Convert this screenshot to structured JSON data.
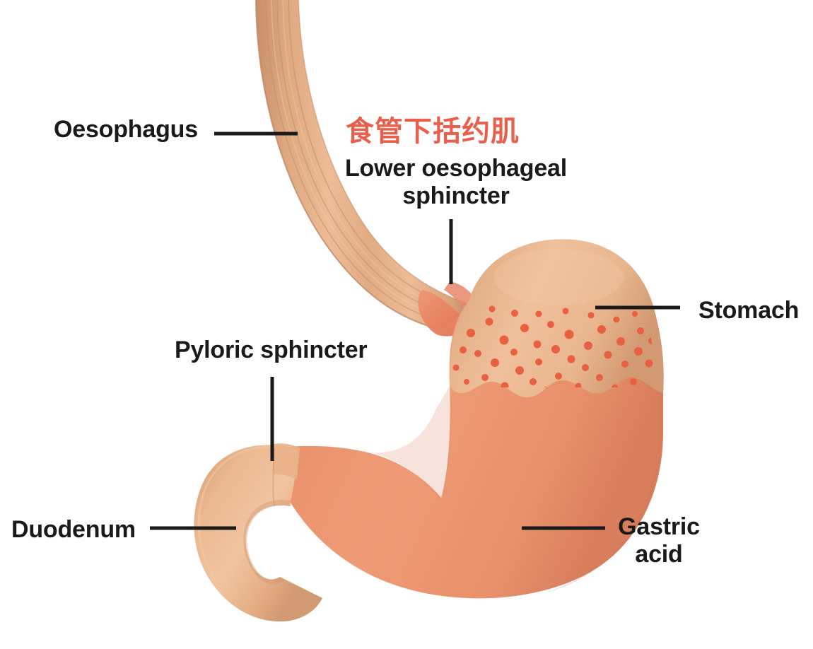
{
  "diagram": {
    "title": "Stomach anatomy diagram",
    "background_color": "#ffffff",
    "labels": {
      "oesophagus": "Oesophagus",
      "lower_oesophageal_sphincter_cn": "食管下括约肌",
      "lower_oesophageal_sphincter": "Lower oesophageal sphincter",
      "stomach": "Stomach",
      "pyloric_sphincter": "Pyloric sphincter",
      "duodenum": "Duodenum",
      "gastric_acid": "Gastric acid"
    },
    "colors": {
      "oesophagus_fill": "#DFA87F",
      "stomach_upper_fill": "#E7B189",
      "gastric_acid_fill": "#E8906B",
      "duodenum_fill": "#E9B188",
      "sphincter_valve": "#E8815F",
      "acid_bubble": "#E8603F",
      "leader_line": "#1a1a1a",
      "label_text": "#1a1a1a",
      "chinese_label_text": "#E8604C"
    }
  },
  "chart_data": {
    "type": "diagram",
    "title": "Stomach anatomy diagram",
    "parts": [
      {
        "name": "Oesophagus",
        "label": "Oesophagus",
        "color": "#DFA87F"
      },
      {
        "name": "Lower oesophageal sphincter",
        "label": "Lower oesophageal sphincter",
        "label_cn": "食管下括约肌",
        "color": "#E8815F"
      },
      {
        "name": "Stomach",
        "label": "Stomach",
        "color": "#E7B189"
      },
      {
        "name": "Gastric acid",
        "label": "Gastric acid",
        "color": "#E8906B"
      },
      {
        "name": "Pyloric sphincter",
        "label": "Pyloric sphincter",
        "color": "#E9B188"
      },
      {
        "name": "Duodenum",
        "label": "Duodenum",
        "color": "#E9B188"
      }
    ],
    "annotations": [
      {
        "label": "Oesophagus",
        "leader": "horizontal",
        "from": [
          303,
          189
        ],
        "to": [
          420,
          189
        ]
      },
      {
        "label": "Lower oesophageal sphincter",
        "leader": "vertical",
        "from": [
          638,
          310
        ],
        "to": [
          638,
          400
        ]
      },
      {
        "label": "Stomach",
        "leader": "horizontal",
        "from": [
          842,
          435
        ],
        "to": [
          962,
          435
        ]
      },
      {
        "label": "Pyloric sphincter",
        "leader": "vertical",
        "from": [
          385,
          533
        ],
        "to": [
          385,
          650
        ]
      },
      {
        "label": "Duodenum",
        "leader": "horizontal",
        "from": [
          212,
          747
        ],
        "to": [
          334,
          747
        ]
      },
      {
        "label": "Gastric acid",
        "leader": "horizontal",
        "from": [
          738,
          747
        ],
        "to": [
          856,
          747
        ]
      }
    ]
  }
}
